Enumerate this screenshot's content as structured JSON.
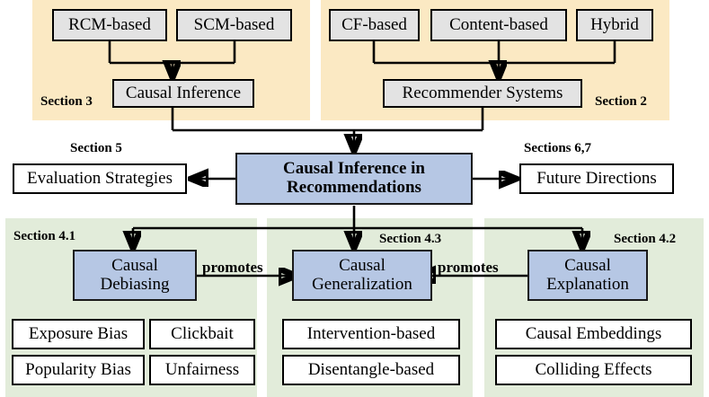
{
  "diagram": {
    "title": "Causal Inference in Recommendations taxonomy",
    "colors": {
      "panel_cream": "#fbe9c3",
      "panel_green": "#e2ecda",
      "box_gray": "#e3e3e3",
      "box_blue": "#b6c7e4",
      "box_white": "#ffffff",
      "stroke": "#000000"
    }
  },
  "section_labels": {
    "section3": "Section 3",
    "section2": "Section 2",
    "section5": "Section 5",
    "sections67": "Sections 6,7",
    "section41": "Section 4.1",
    "section43": "Section 4.3",
    "section42": "Section 4.2"
  },
  "causal_inference_group": {
    "parents": [
      {
        "label": "RCM-based"
      },
      {
        "label": "SCM-based"
      }
    ],
    "child": {
      "label": "Causal Inference"
    }
  },
  "recommender_group": {
    "parents": [
      {
        "label": "CF-based"
      },
      {
        "label": "Content-based"
      },
      {
        "label": "Hybrid"
      }
    ],
    "child": {
      "label": "Recommender Systems"
    }
  },
  "center": {
    "title_line1": "Causal Inference in",
    "title_line2": "Recommendations"
  },
  "side_boxes": {
    "left": {
      "label": "Evaluation Strategies"
    },
    "right": {
      "label": "Future Directions"
    }
  },
  "branches": [
    {
      "id": "debiasing",
      "head_line1": "Causal",
      "head_line2": "Debiasing",
      "items": [
        {
          "label": "Exposure Bias"
        },
        {
          "label": "Clickbait"
        },
        {
          "label": "Popularity Bias"
        },
        {
          "label": "Unfairness"
        }
      ]
    },
    {
      "id": "generalization",
      "head_line1": "Causal",
      "head_line2": "Generalization",
      "items": [
        {
          "label": "Intervention-based"
        },
        {
          "label": "Disentangle-based"
        }
      ]
    },
    {
      "id": "explanation",
      "head_line1": "Causal",
      "head_line2": "Explanation",
      "items": [
        {
          "label": "Causal Embeddings"
        },
        {
          "label": "Colliding Effects"
        }
      ]
    }
  ],
  "edge_labels": {
    "promotes_left": "promotes",
    "promotes_right": "promotes"
  }
}
